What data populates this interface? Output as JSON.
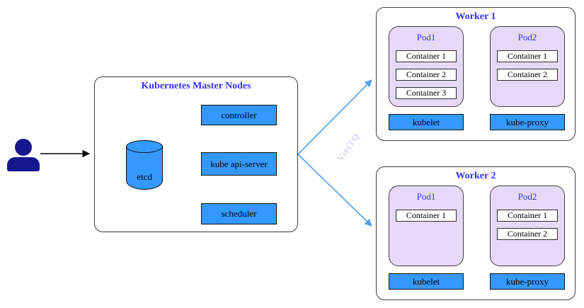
{
  "watermark": {
    "text": "VietTQ"
  },
  "colors": {
    "node_blue": "#3399ff",
    "pod_lavender": "#e6d9f7",
    "title_blue": "#3333ff",
    "arrow_lavender": "#b1a7f0",
    "arrow_blue": "#54a0ea",
    "user_navy": "#16178c",
    "border_dark": "#3d3d3d"
  },
  "master": {
    "title": "Kubernetes Master Nodes",
    "nodes": {
      "etcd": "etcd",
      "controller": "controller",
      "api_server": "kube api-server",
      "scheduler": "scheduler"
    }
  },
  "workers": [
    {
      "title": "Worker 1",
      "pods": [
        {
          "name": "Pod1",
          "containers": [
            "Container 1",
            "Container 2",
            "Container 3"
          ]
        },
        {
          "name": "Pod2",
          "containers": [
            "Container 1",
            "Container 2"
          ]
        }
      ],
      "services": [
        "kubelet",
        "kube-proxy"
      ]
    },
    {
      "title": "Worker 2",
      "pods": [
        {
          "name": "Pod1",
          "containers": [
            "Container 1"
          ]
        },
        {
          "name": "Pod2",
          "containers": [
            "Container 1",
            "Container 2"
          ]
        }
      ],
      "services": [
        "kubelet",
        "kube-proxy"
      ]
    }
  ]
}
